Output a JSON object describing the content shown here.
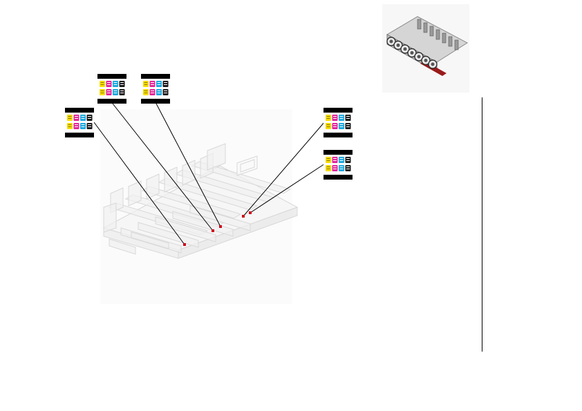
{
  "figure": {
    "title": "",
    "leader_line_color": "#000000",
    "marker_color": "#d0021b",
    "frame_color": "#d8d8d8",
    "overview_color": "#7a7a7a"
  },
  "ink_colors": {
    "yellow": "#f7dd00",
    "magenta": "#e0249b",
    "cyan": "#1aa8de",
    "black": "#1a1a1a",
    "label_band": "#000000",
    "label_body": "#ffffff"
  },
  "callouts": [
    {
      "id": "callout-1",
      "glyph_rows": [
        [
          "yellow",
          "magenta",
          "cyan",
          "black"
        ],
        [
          "yellow",
          "magenta",
          "cyan",
          "black"
        ]
      ]
    },
    {
      "id": "callout-2",
      "glyph_rows": [
        [
          "yellow",
          "magenta",
          "cyan",
          "black"
        ],
        [
          "yellow",
          "magenta",
          "cyan",
          "black"
        ]
      ]
    },
    {
      "id": "callout-3",
      "glyph_rows": [
        [
          "yellow",
          "magenta",
          "cyan",
          "black"
        ],
        [
          "yellow",
          "magenta",
          "cyan",
          "black"
        ]
      ]
    },
    {
      "id": "callout-4",
      "glyph_rows": [
        [
          "yellow",
          "magenta",
          "cyan",
          "black"
        ],
        [
          "yellow",
          "magenta",
          "cyan",
          "black"
        ]
      ]
    },
    {
      "id": "callout-5",
      "glyph_rows": [
        [
          "yellow",
          "magenta",
          "cyan",
          "black"
        ],
        [
          "yellow",
          "magenta",
          "cyan",
          "black"
        ]
      ]
    }
  ]
}
